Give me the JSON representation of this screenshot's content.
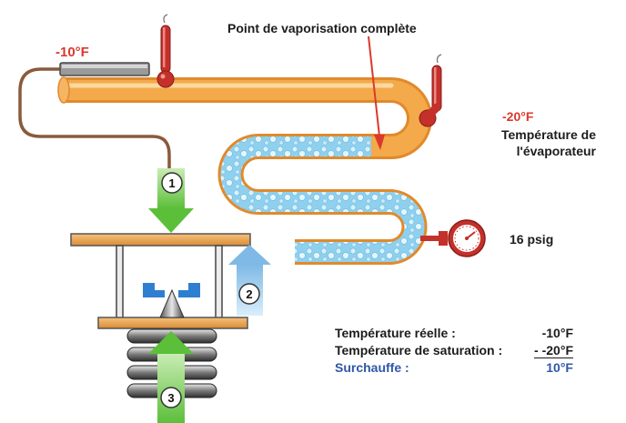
{
  "labels": {
    "temp_entry": "-10°F",
    "vapor_point": "Point de vaporisation complète",
    "temp_evap": "-20°F",
    "evap_temp_label_line1": "Température de",
    "evap_temp_label_line2": "l'évaporateur",
    "pressure": "16 psig"
  },
  "markers": [
    "1",
    "2",
    "3"
  ],
  "equation": {
    "row1_label": "Température réelle :",
    "row1_value": "-10°F",
    "row2_label": "Température de saturation :",
    "row2_prefix": "-",
    "row2_value": "-20°F",
    "row3_label": "Surchauffe :",
    "row3_value": "10°F"
  },
  "icons": [
    "thermometer-icon",
    "thermometer-icon",
    "pressure-gauge-icon"
  ],
  "colors": {
    "tube_orange": "#f4a94a",
    "tube_highlight": "#fbd9a0",
    "liquid_blue": "#8fd0ee",
    "capillary_brown": "#8a5a3c",
    "plate_orange": "#e9a24c",
    "arrow_green": "#7ccf5b",
    "arrow_blue": "#8fc8ee",
    "text_red": "#d93a2b",
    "text_blue": "#2f57a8"
  }
}
